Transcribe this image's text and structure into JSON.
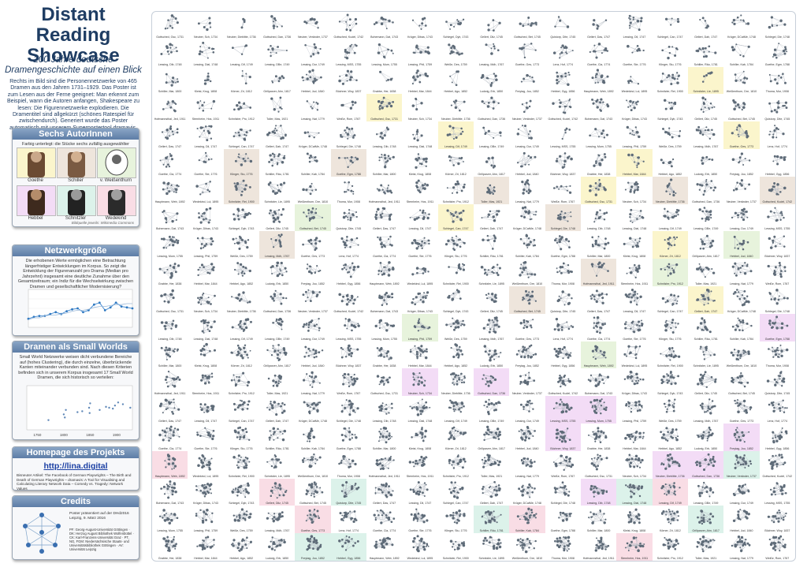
{
  "title": "Distant Reading Showcase",
  "subtitle": "200 Jahre deutsche Dramengeschichte auf einen Blick",
  "intro": "Rechts im Bild sind die Personennetzwerke von 465 Dramen aus den Jahren 1731–1929. Das Poster ist zum Lesen aus der Ferne geeignet: Man erkennt zum Beispiel, wann die Autoren anfangen, Shakespeare zu lesen: Die Figurennetzwerke explodieren. Die Dramentitel sind allgekürzt (schönes Ratespiel für zwischendurch). Generiert wurde das Poster automatisch mit unserem Superpostertool dramavis.",
  "panels": {
    "authors": {
      "header": "Sechs AutorInnen",
      "text": "Farbig unterlegt: die Stücke sechs zufällig ausgewählter Autorinnen",
      "names": [
        "Goethe",
        "Schiller",
        "v. Weißenthurn",
        "Hebbel",
        "Schnitzler",
        "Wedekind"
      ],
      "credit": "Bildquelle jeweils: Wikimedia Commons"
    },
    "size": {
      "header": "Netzwerkgröße",
      "text": "Die erhobenen Werte ermöglichen eine Betrachtung längerfristiger Entwicklungen im Korpus. So zeigt die Entwicklung der Figurenanzahl pro Drama (Median pro Jahrzehnt) insgesamt eine deutliche Zunahme über den Gesamtzeitraum; ein Indiz für die Wechselwirkung zwischen Dramen und gesellschaftlicher Modernisierung?"
    },
    "smallworld": {
      "header": "Dramen als Small Worlds",
      "text": "Small World Netzwerke weisen dicht verbundene Bereiche auf (hohes Clustering), die durch einzelne, überbrückende Kanten miteinander verbunden sind. Nach diesen Kriterien befinden sich in unserem Korpus insgesamt 17 Small World Dramen, die sich historisch so verteilen:"
    },
    "homepage": {
      "header": "Homepage des Projekts",
      "link": "http://lina.digital",
      "text": "Bisneuter Artikel: The Facebook of German Playwrights – The Birth and Death of German Playwrights – dramavis: A Tool for Visualising and Calculating Literary Network Data – Comedy vs. Tragedy: Network Values"
    },
    "credits": {
      "header": "Credits",
      "text": "Poster präsentiert auf der DHd2016 Leipzig, 9. März 2016",
      "institutions": "PF: Georg-August-Universität Göttingen · DK: Herzog August Bibliothek Wolfenbüttel · CK: Karl-Franzens-Universität Graz · PT, NG, FGM: Niedersächsische Staats- und Universitätsbibliothek Göttingen · AV: Universität Leipzig"
    }
  },
  "colors": {
    "title": "#1f3d63",
    "header": "#6f8fb6",
    "goethe": "#fbf5cc",
    "schiller": "#eee5dc",
    "weissenthurn": "#e7f3dc",
    "hebbel": "#f3dcf6",
    "schnitzler": "#dcf2ea",
    "wedekind": "#f9dde5"
  },
  "chart_data": [
    {
      "type": "line",
      "title": "",
      "xlabel": "",
      "ylabel": "",
      "x": [
        1730,
        1740,
        1750,
        1760,
        1770,
        1780,
        1790,
        1800,
        1810,
        1820,
        1830,
        1840,
        1850,
        1860,
        1870,
        1880,
        1890,
        1900,
        1910,
        1920
      ],
      "series": [
        {
          "values": [
            9,
            11,
            12,
            12,
            14,
            16,
            14,
            17,
            19,
            20,
            16,
            18,
            24,
            26,
            18,
            21,
            26,
            22,
            21,
            20
          ]
        },
        {
          "values": [
            8,
            10,
            10,
            12,
            13,
            13,
            14,
            15,
            17,
            18,
            18,
            19,
            21,
            22,
            22,
            23,
            24,
            24,
            25,
            25
          ]
        }
      ],
      "ylim": [
        0,
        40
      ]
    },
    {
      "type": "scatter",
      "x_ticks": [
        "1750",
        "1800",
        "1850",
        "1900"
      ],
      "xlim": [
        1730,
        1930
      ],
      "ylim": [
        0,
        1
      ],
      "x": [
        1771,
        1800,
        1802,
        1804,
        1826,
        1835,
        1848,
        1849,
        1850,
        1868,
        1880,
        1886,
        1893,
        1897,
        1903,
        1912,
        1926
      ],
      "y": [
        0.22,
        0.35,
        0.28,
        0.45,
        0.4,
        0.42,
        0.5,
        0.38,
        0.6,
        0.45,
        0.52,
        0.5,
        0.48,
        0.55,
        0.62,
        0.58,
        0.5
      ]
    }
  ],
  "grid_labels": [
    "Gottsched, Gsc, 1731",
    "Neuber, Sch, 1734",
    "Neuber, Dieblitte, 1736",
    "Gottsched, Dan, 1736",
    "Neuber, Veränder, 1737",
    "Gottsched, Kudel, 1742",
    "Bohemann, Dat, 1743",
    "Krüger, Dibas, 1743",
    "Schlegel, Dyb, 1743",
    "Gellert, Dilz, 1745",
    "Gottsched, Bet, 1745",
    "Quistorp, Dite, 1745",
    "Gellert, Das, 1747",
    "Lessing, Dil, 1747",
    "Schlegel, Can, 1747",
    "Gellert, Dah, 1747",
    "Krüger, DCatMe, 1748",
    "Schlegel, Die, 1748",
    "Lessing, Dib, 1748",
    "Lessing, Dial, 1748",
    "Lessing, Dif, 1749",
    "Lessing, DBe, 1749",
    "Lessing, Dur, 1749",
    "Lessing, MSS, 1755",
    "Lessing, Mum, 1755",
    "Lessing, Phil, 1759",
    "Weiße, Des, 1759",
    "Lessing, Mdh, 1767",
    "Goethe, Ges, 1773",
    "Lenz, Hof, 1774",
    "Goethe, Cla, 1774",
    "Goethe, Ste, 1776",
    "Klinger, Stu, 1776",
    "Schiller, Räu, 1781",
    "Schiller, Kab, 1784",
    "Goethe, Egm, 1788",
    "Schiller, Mar, 1800",
    "Kleist, Krug, 1808",
    "Körner, Zri, 1812",
    "Grillparzer, Ahn, 1817",
    "Hebbel, Jud, 1840",
    "Büchner, Woy, 1837",
    "Grabbe, Her, 1838",
    "Hebbel, Mar, 1844",
    "Hebbel, Ago, 1852",
    "Ludwig, Erb, 1850",
    "Freytag, Jou, 1852",
    "Hebbel, Gyg, 1856",
    "Hauptmann, Web, 1892",
    "Wedekind, Lul, 1895",
    "Schnitzler, Rei, 1900",
    "Schnitzler, Lie, 1895",
    "Weißenthurn, Dre, 1810",
    "Thoma, Mor, 1908",
    "Hofmannsthal, Jed, 1911",
    "Sternheim, Hos, 1911",
    "Schnitzler, Pro, 1912",
    "Toller, Mas, 1921",
    "Lessing, Nat, 1779",
    "Weiße, Rom, 1767"
  ]
}
